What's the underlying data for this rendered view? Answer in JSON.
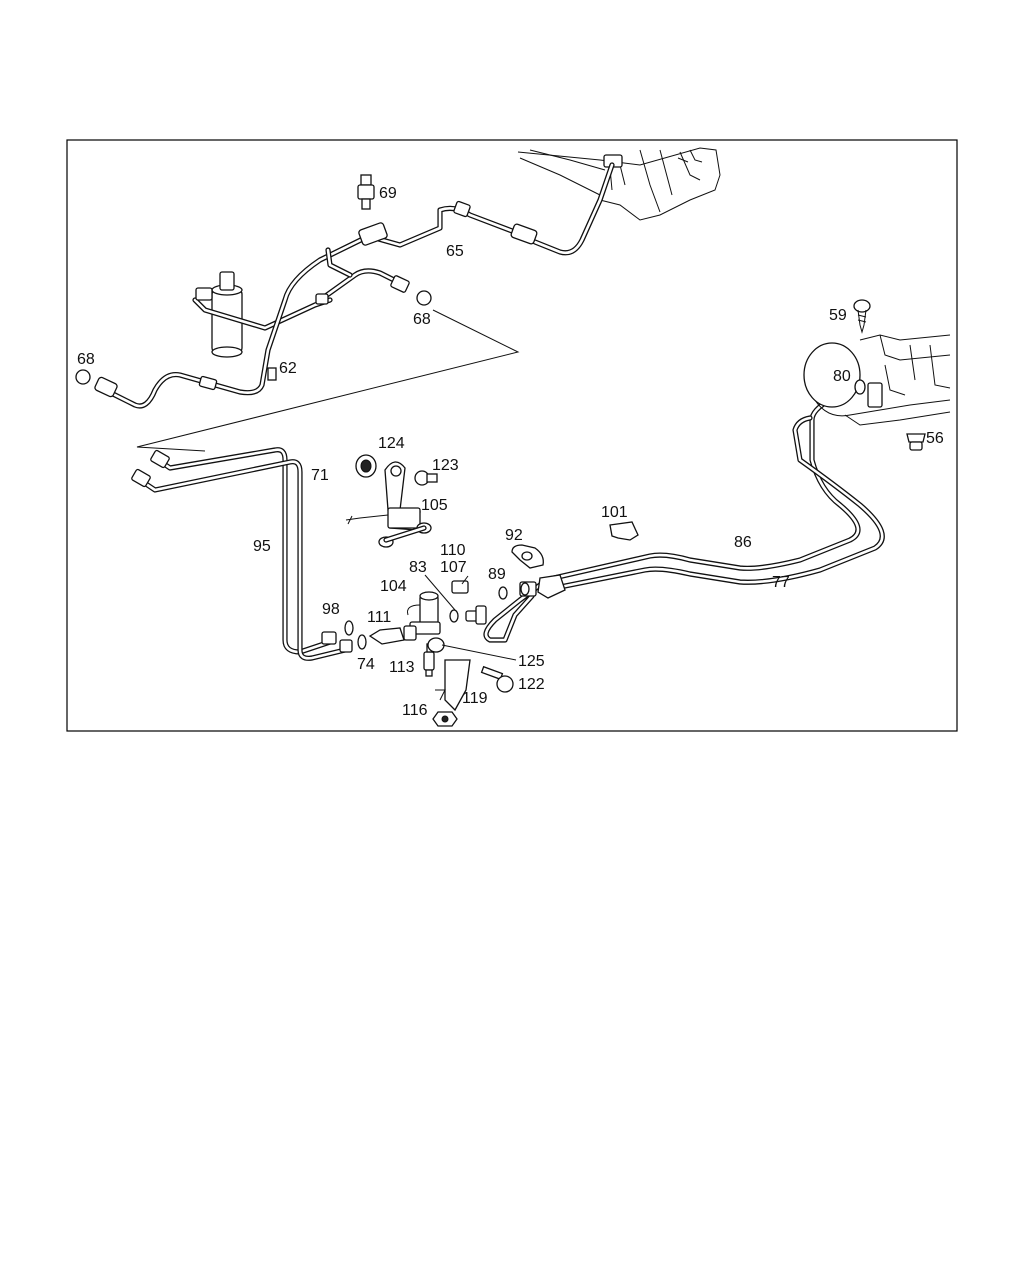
{
  "callouts": {
    "c69": "69",
    "c65": "65",
    "c68a": "68",
    "c68b": "68",
    "c62": "62",
    "c59": "59",
    "c80": "80",
    "c56": "56",
    "c124": "124",
    "c123": "123",
    "c71": "71",
    "c105": "105",
    "c95": "95",
    "c101": "101",
    "c92": "92",
    "c86": "86",
    "c110": "110",
    "c107": "107",
    "c83": "83",
    "c89": "89",
    "c77": "77",
    "c104": "104",
    "c98": "98",
    "c111": "111",
    "c74": "74",
    "c113": "113",
    "c125": "125",
    "c122": "122",
    "c119": "119",
    "c116": "116"
  }
}
